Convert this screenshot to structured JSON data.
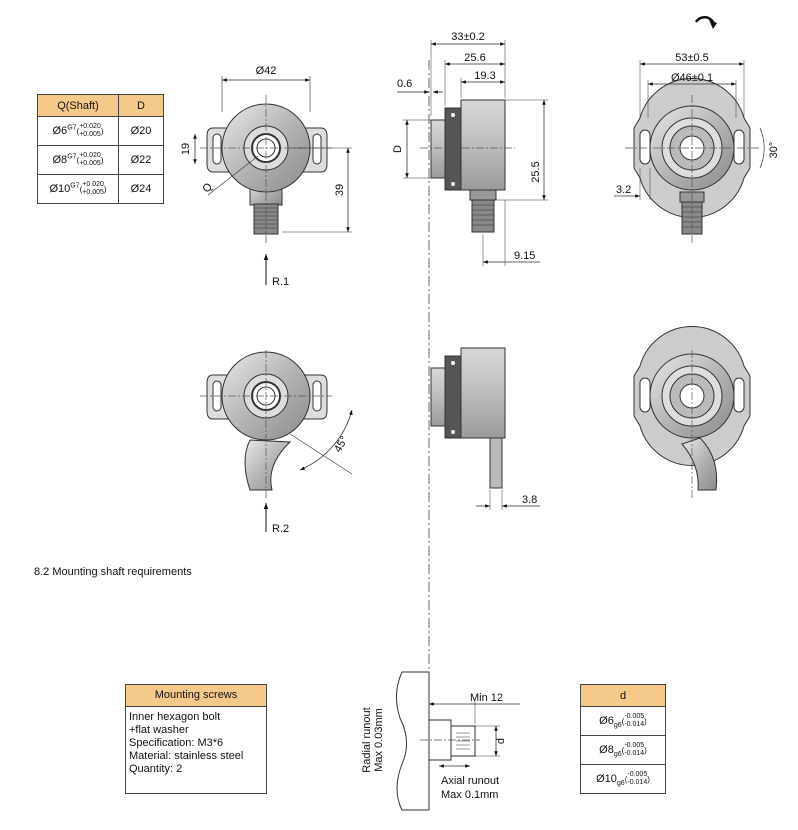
{
  "shaft_table": {
    "headers": [
      "Q(Shaft)",
      "D"
    ],
    "rows": [
      {
        "q": "Ø6",
        "fit": "G7",
        "tol_up": "+0.020",
        "tol_low": "+0.005",
        "d": "Ø20"
      },
      {
        "q": "Ø8",
        "fit": "G7",
        "tol_up": "+0.020",
        "tol_low": "+0.005",
        "d": "Ø22"
      },
      {
        "q": "Ø10",
        "fit": "G7",
        "tol_up": "+0.020",
        "tol_low": "+0.005",
        "d": "Ø24"
      }
    ]
  },
  "front_view": {
    "dia": "Ø42",
    "h19": "19",
    "h39": "39",
    "q_label": "Q"
  },
  "side_view": {
    "len_total": "33±0.2",
    "len_a": "25.6",
    "len_b": "19.3",
    "gap": "0.6",
    "d_label": "D",
    "height": "25.5",
    "conn": "9.15",
    "conn2": "3.8"
  },
  "rear_view": {
    "width": "53±0.5",
    "pcd": "Ø46±0.1",
    "offset": "3.2",
    "angle": "30°",
    "rotation_icon": "clockwise-arrow-icon"
  },
  "bend_views": {
    "r1": "R.1",
    "r2": "R.2",
    "angle": "45°"
  },
  "section_title": "8.2  Mounting shaft requirements",
  "mounting_screws": {
    "header": "Mounting screws",
    "lines": [
      "Inner hexagon bolt",
      "+flat washer",
      "Specification: M3*6",
      "Material: stainless steel",
      "Quantity: 2"
    ]
  },
  "shaft_req": {
    "min": "Min 12",
    "d_small": "d",
    "radial_1": "Radial runout",
    "radial_2": "Max 0.03mm",
    "axial_1": "Axial runout",
    "axial_2": "Max 0.1mm"
  },
  "d_table": {
    "header": "d",
    "rows": [
      {
        "dia": "Ø6",
        "fit": "g6",
        "tol_up": "-0.005",
        "tol_low": "-0.014"
      },
      {
        "dia": "Ø8",
        "fit": "g6",
        "tol_up": "-0.005",
        "tol_low": "-0.014"
      },
      {
        "dia": "Ø10",
        "fit": "g6",
        "tol_up": "-0.005",
        "tol_low": "-0.014"
      }
    ]
  }
}
